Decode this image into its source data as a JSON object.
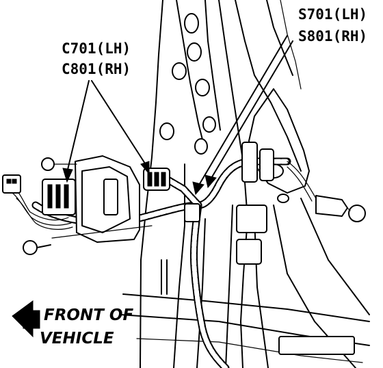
{
  "callouts": {
    "connector_lh": "C701(LH)",
    "connector_rh": "C801(RH)",
    "splice_lh": "S701(LH)",
    "splice_rh": "S801(RH)"
  },
  "direction": {
    "line1": "FRONT OF",
    "line2": "VEHICLE"
  }
}
